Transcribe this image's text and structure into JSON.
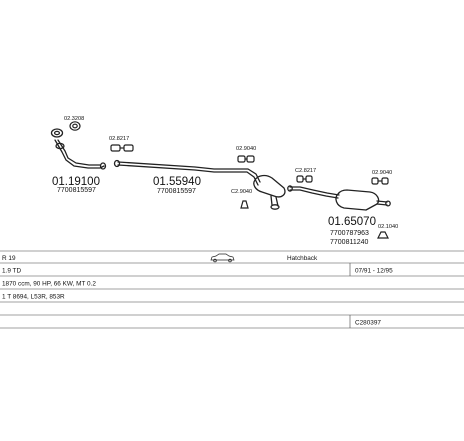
{
  "parts": {
    "front_pipe": {
      "number": "01.19100",
      "oem": "7700815597"
    },
    "middle_pipe": {
      "number": "01.55940",
      "oem": "7700815597"
    },
    "rear_silencer": {
      "number": "01.65070",
      "oem1": "7700787963",
      "oem2": "7700811240"
    }
  },
  "accessories": {
    "a1": "02.3208",
    "a2": "02.8217",
    "a3": "02.9040",
    "a4": "C2.9040",
    "a5": "C2.8217",
    "a6": "02.9040",
    "a7": "02.1040"
  },
  "info": {
    "model": "R 19",
    "body": "Hatchback",
    "engine": "1.9 TD",
    "years": "07/91 - 12/95",
    "specs": "1870 ccm, 90 HP, 66 KW, MT 0.2",
    "codes": "1 T 8694, L53R, 853R",
    "ref": "C280397"
  },
  "icons": {
    "vehicle": "car-icon"
  }
}
